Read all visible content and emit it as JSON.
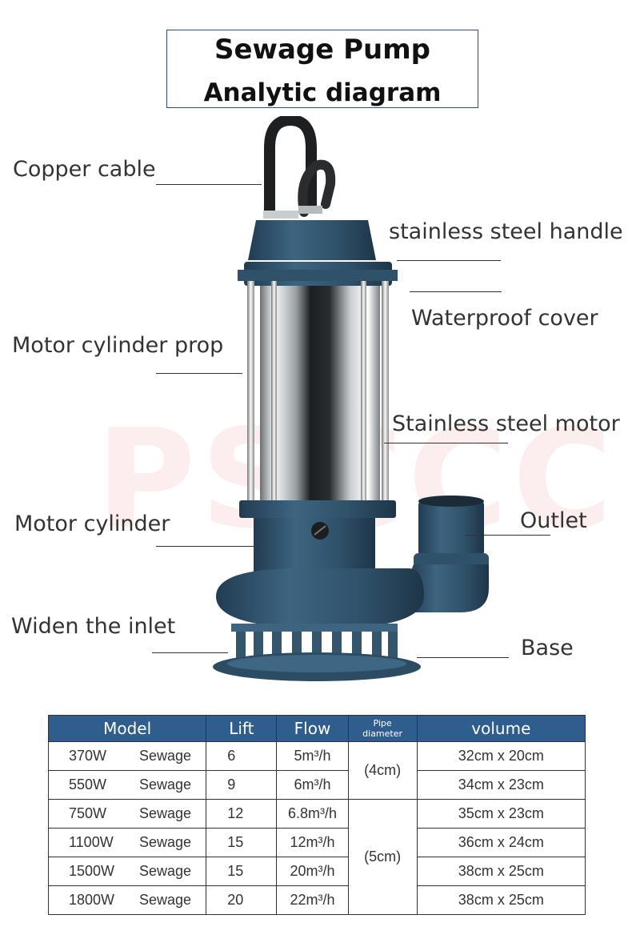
{
  "title": {
    "line1": "Sewage Pump",
    "line2": "Analytic diagram"
  },
  "watermark": "PSCCC",
  "labels": {
    "copper_cable": "Copper cable",
    "handle": "stainless steel handle",
    "waterproof_cover": "Waterproof cover",
    "motor_cylinder_prop": "Motor cylinder prop",
    "stainless_motor": "Stainless steel motor",
    "outlet": "Outlet",
    "motor_cylinder": "Motor cylinder",
    "widen_inlet": "Widen the inlet",
    "base": "Base"
  },
  "colors": {
    "pump_body": "#34566f",
    "header_blue": "#2f5d8e",
    "watermark_red": "#e53935"
  },
  "table": {
    "headers": {
      "model": "Model",
      "lift": "Lift",
      "flow": "Flow",
      "pipe_line1": "Pipe",
      "pipe_line2": "diameter",
      "volume": "volume"
    },
    "pipe_groups": [
      "(4cm)",
      "(5cm)"
    ],
    "rows": [
      {
        "power": "370W",
        "type": "Sewage",
        "lift": "6",
        "flow": "5m³/h",
        "volume": "32cm x 20cm"
      },
      {
        "power": "550W",
        "type": "Sewage",
        "lift": "9",
        "flow": "6m³/h",
        "volume": "34cm x 23cm"
      },
      {
        "power": "750W",
        "type": "Sewage",
        "lift": "12",
        "flow": "6.8m³/h",
        "volume": "35cm x 23cm"
      },
      {
        "power": "1100W",
        "type": "Sewage",
        "lift": "15",
        "flow": "12m³/h",
        "volume": "36cm x 24cm"
      },
      {
        "power": "1500W",
        "type": "Sewage",
        "lift": "15",
        "flow": "20m³/h",
        "volume": "38cm x 25cm"
      },
      {
        "power": "1800W",
        "type": "Sewage",
        "lift": "20",
        "flow": "22m³/h",
        "volume": "38cm x 25cm"
      }
    ]
  }
}
